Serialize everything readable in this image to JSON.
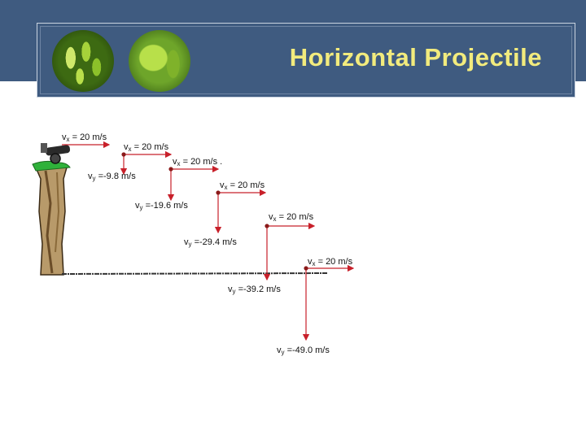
{
  "slide": {
    "title": "Horizontal Projectile",
    "colors": {
      "header": "#3f5b80",
      "title": "#f2eb7d",
      "arrow": "#c8202a"
    }
  },
  "diagram": {
    "vx_labels": [
      "20 m/s",
      "20 m/s",
      "20 m/s .",
      "20 m/s",
      "20 m/s",
      "20 m/s"
    ],
    "vy_labels": [
      "-9.8 m/s",
      "-19.6 m/s",
      "-29.4 m/s",
      "-39.2  m/s",
      "-49.0 m/s"
    ],
    "v_symbol": "v",
    "x_sub": "x",
    "y_sub": "y",
    "eq": "="
  }
}
